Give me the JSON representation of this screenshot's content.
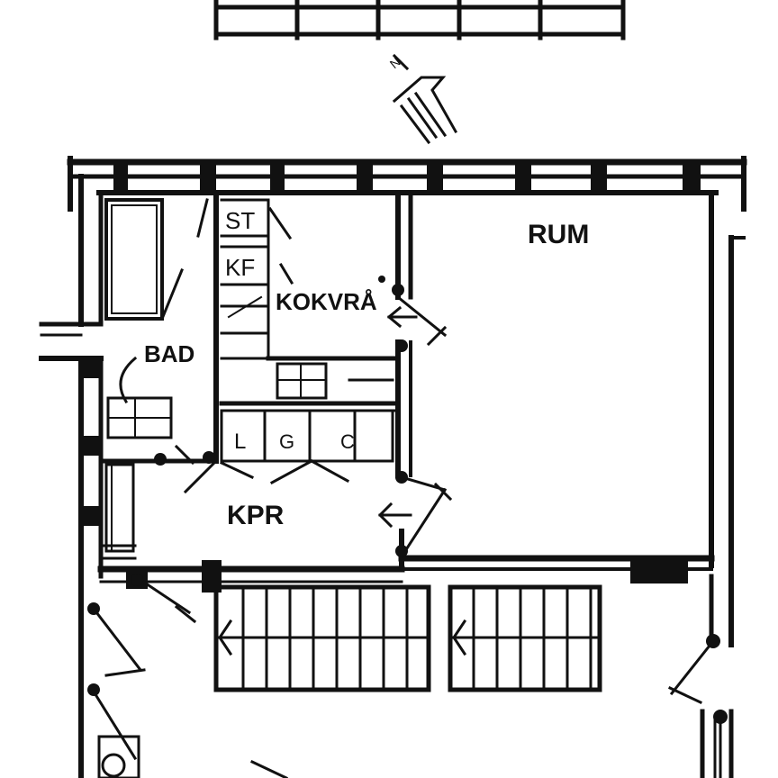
{
  "plan": {
    "rooms": {
      "rum": "RUM",
      "kokvra": "KOKVRÅ",
      "bad": "BAD",
      "kpr": "KPR"
    },
    "fixtures": {
      "st": "ST",
      "kf": "KF",
      "l": "L",
      "g": "G",
      "c": "C"
    },
    "compass": "N"
  }
}
